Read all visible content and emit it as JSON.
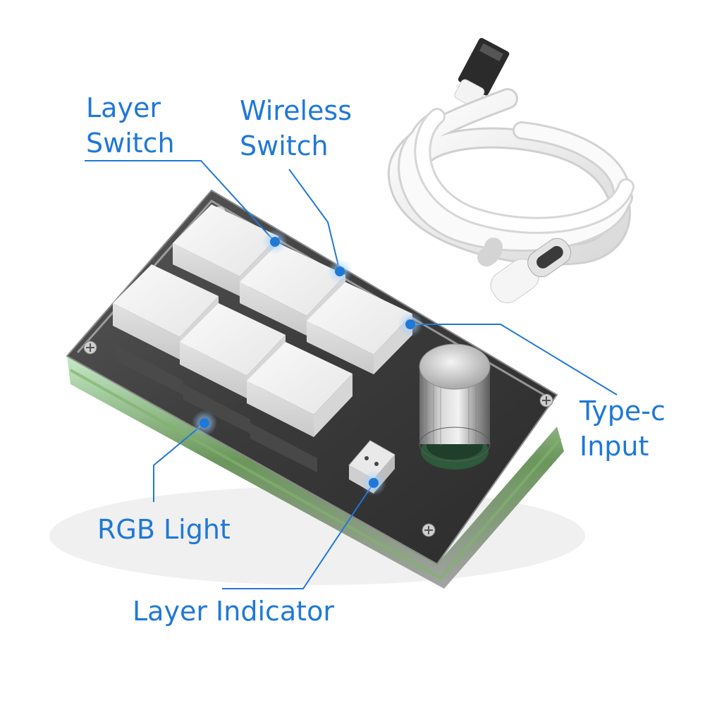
{
  "accent_color": "#1f78d8",
  "callouts": {
    "layer_switch": {
      "lines": [
        "Layer",
        "Switch"
      ]
    },
    "wireless_switch": {
      "lines": [
        "Wireless",
        "Switch"
      ]
    },
    "type_c_input": {
      "lines": [
        "Type-c",
        "Input"
      ]
    },
    "rgb_light": {
      "lines": [
        "RGB Light"
      ]
    },
    "layer_indicator": {
      "lines": [
        "Layer Indicator"
      ]
    }
  }
}
